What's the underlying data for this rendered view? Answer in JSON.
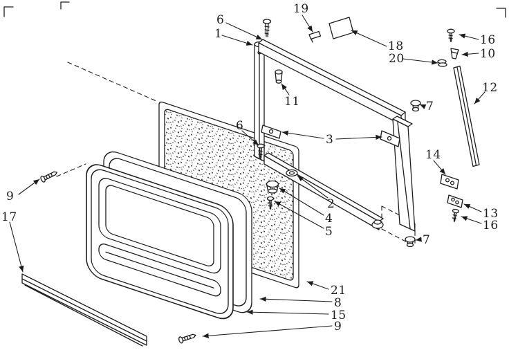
{
  "colors": {
    "background": "#ffffff",
    "ink": "#1c1c1c"
  },
  "diagram": {
    "callouts": [
      {
        "label": "6"
      },
      {
        "label": "1"
      },
      {
        "label": "19"
      },
      {
        "label": "18"
      },
      {
        "label": "20"
      },
      {
        "label": "16"
      },
      {
        "label": "10"
      },
      {
        "label": "12"
      },
      {
        "label": "7"
      },
      {
        "label": "11"
      },
      {
        "label": "3"
      },
      {
        "label": "6"
      },
      {
        "label": "14"
      },
      {
        "label": "2"
      },
      {
        "label": "4"
      },
      {
        "label": "5"
      },
      {
        "label": "9"
      },
      {
        "label": "17"
      },
      {
        "label": "13"
      },
      {
        "label": "16"
      },
      {
        "label": "7"
      },
      {
        "label": "21"
      },
      {
        "label": "8"
      },
      {
        "label": "15"
      },
      {
        "label": "9"
      }
    ]
  }
}
